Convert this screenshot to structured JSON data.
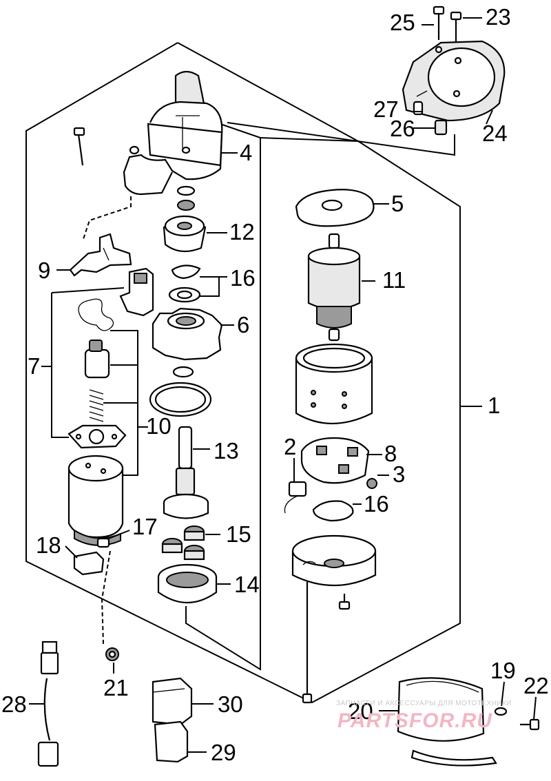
{
  "diagram": {
    "type": "exploded parts diagram",
    "callouts": {
      "n1": "1",
      "n2": "2",
      "n3": "3",
      "n4": "4",
      "n5": "5",
      "n6": "6",
      "n7": "7",
      "n8": "8",
      "n9": "9",
      "n10": "10",
      "n11": "11",
      "n12": "12",
      "n13": "13",
      "n14": "14",
      "n15": "15",
      "n16a": "16",
      "n16b": "16",
      "n17": "17",
      "n18": "18",
      "n19": "19",
      "n20": "20",
      "n21": "21",
      "n22": "22",
      "n23": "23",
      "n24": "24",
      "n25": "25",
      "n26": "26",
      "n27": "27",
      "n28": "28",
      "n29": "29",
      "n30": "30"
    }
  },
  "watermark": {
    "caption": "ЗАПЧАСТИ И АКСЕССУАРЫ ДЛЯ МОТОТЕХНИКИ",
    "logo": "PARTSFOR.RU"
  }
}
